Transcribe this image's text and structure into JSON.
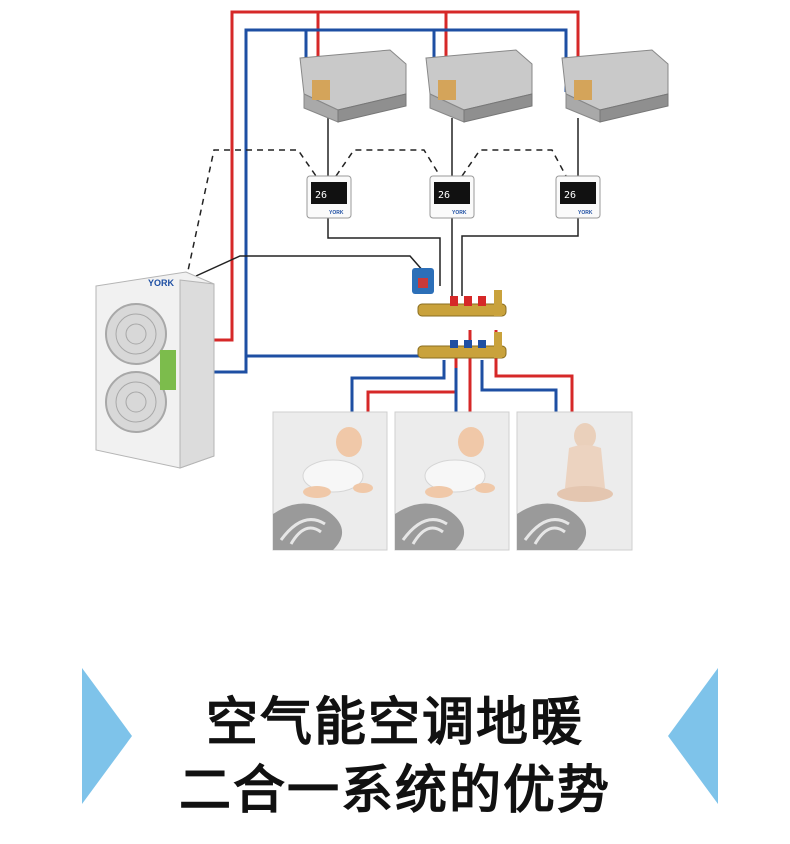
{
  "colors": {
    "supply_pipe": "#d62828",
    "return_pipe": "#1e4fa3",
    "accent_triangle": "#7ec3ea",
    "floor_tile": "#ececec"
  },
  "diagram": {
    "outdoor_unit_brand": "YORK",
    "indoor_units_count": 3,
    "thermostats": [
      {
        "display": "26"
      },
      {
        "display": "26"
      },
      {
        "display": "26"
      }
    ],
    "thermostat_brand": "YORK",
    "unit_badge": "YORK",
    "rooms": [
      {
        "subject": "baby-crawling"
      },
      {
        "subject": "baby-crawling"
      },
      {
        "subject": "seated-person"
      }
    ]
  },
  "title": {
    "line1": "空气能空调地暖",
    "line2": "二合一系统的优势"
  }
}
